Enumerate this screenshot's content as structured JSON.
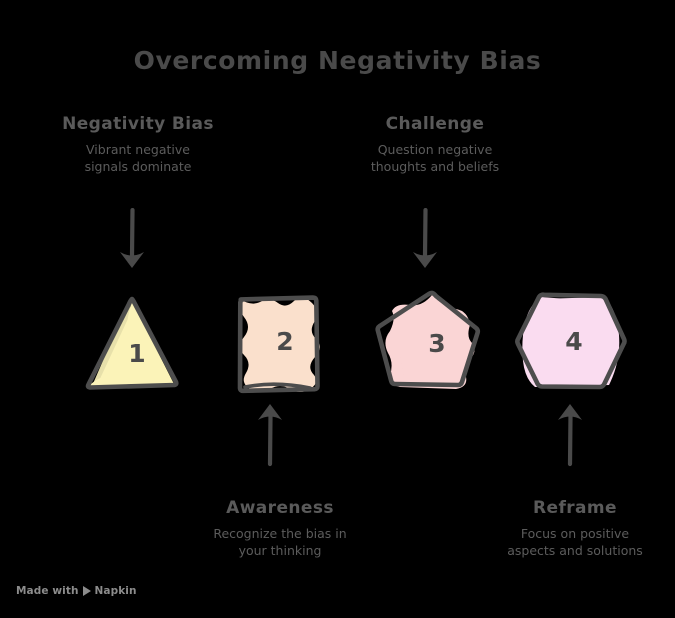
{
  "title": "Overcoming Negativity Bias",
  "background_color": "#000000",
  "text_color": "#555555",
  "outline_color": "#4a4a4a",
  "steps": [
    {
      "number": "1",
      "heading": "Negativity Bias",
      "description_line1": "Vibrant negative",
      "description_line2": "signals dominate",
      "shape": "triangle",
      "fill_color": "#fbf3b8",
      "label_position": "above",
      "arrow": "down"
    },
    {
      "number": "2",
      "heading": "Awareness",
      "description_line1": "Recognize the bias in",
      "description_line2": "your thinking",
      "shape": "square",
      "fill_color": "#fae0cc",
      "label_position": "below",
      "arrow": "up"
    },
    {
      "number": "3",
      "heading": "Challenge",
      "description_line1": "Question negative",
      "description_line2": "thoughts and beliefs",
      "shape": "pentagon",
      "fill_color": "#fad5d5",
      "label_position": "above",
      "arrow": "down"
    },
    {
      "number": "4",
      "heading": "Reframe",
      "description_line1": "Focus on positive",
      "description_line2": "aspects and solutions",
      "shape": "hexagon",
      "fill_color": "#fadcf0",
      "label_position": "below",
      "arrow": "up"
    }
  ],
  "watermark": {
    "prefix": "Made with",
    "brand": "Napkin",
    "icon": "play-triangle-icon"
  }
}
